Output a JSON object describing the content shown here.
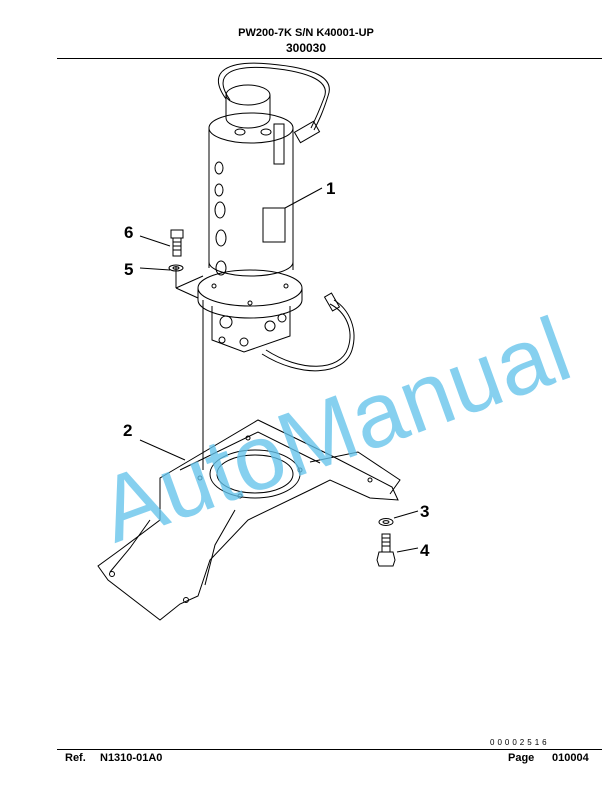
{
  "header": {
    "model": "PW200-7K S/N K40001-UP",
    "group": "300030"
  },
  "watermark": "AutoManual",
  "callouts": [
    "1",
    "2",
    "3",
    "4",
    "5",
    "6"
  ],
  "footer": {
    "doc_number": "00002516",
    "ref_label": "Ref.",
    "ref_value": "N1310-01A0",
    "page_label": "Page",
    "page_value": "010004"
  },
  "colors": {
    "watermark": "#64c3eb",
    "ink": "#000000"
  }
}
